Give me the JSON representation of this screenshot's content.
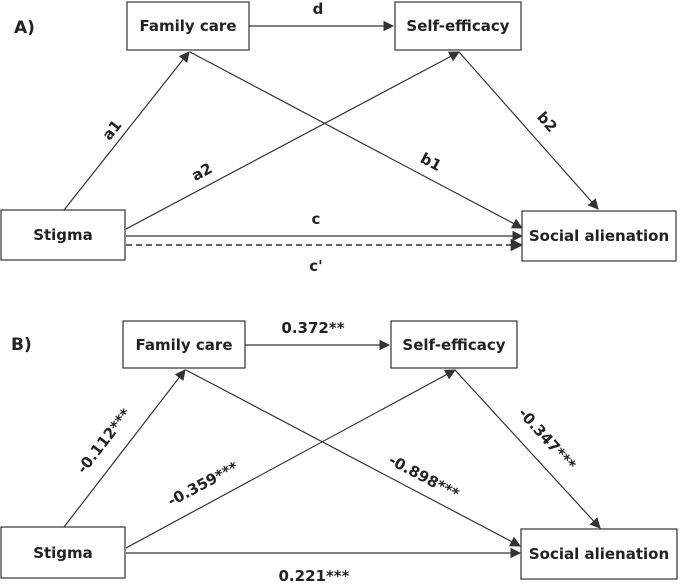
{
  "panels": [
    {
      "label": "A)",
      "nodes": {
        "family_care": "Family care",
        "self_efficacy": "Self-efficacy",
        "stigma": "Stigma",
        "social_alienation": "Social alienation"
      },
      "edges": {
        "d": "d",
        "a1": "a1",
        "a2": "a2",
        "b1": "b1",
        "b2": "b2",
        "c": "c",
        "c_prime": "c'"
      }
    },
    {
      "label": "B)",
      "nodes": {
        "family_care": "Family care",
        "self_efficacy": "Self-efficacy",
        "stigma": "Stigma",
        "social_alienation": "Social alienation"
      },
      "edges": {
        "d": "0.372**",
        "a1": "-0.112***",
        "a2": "-0.359***",
        "b1": "-0.898***",
        "b2": "-0.347***",
        "c": "0.221***"
      }
    }
  ]
}
